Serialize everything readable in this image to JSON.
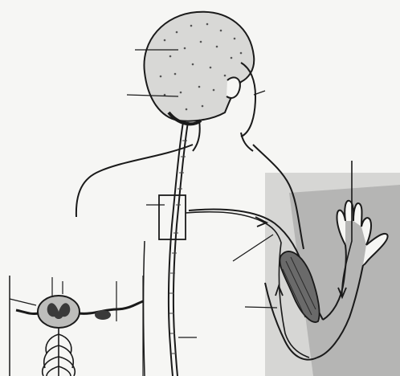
{
  "figure": {
    "line_color": "#1a1a1a",
    "paper_color": "#f6f6f4",
    "shading_color": "#8a8a8a",
    "leader_lines": [
      {
        "name": "leader-cortex"
      },
      {
        "name": "leader-brainstem"
      },
      {
        "name": "leader-face"
      },
      {
        "name": "leader-spinal-region"
      },
      {
        "name": "leader-upper-arm"
      },
      {
        "name": "leader-forearm"
      },
      {
        "name": "leader-lower-spine"
      }
    ]
  }
}
